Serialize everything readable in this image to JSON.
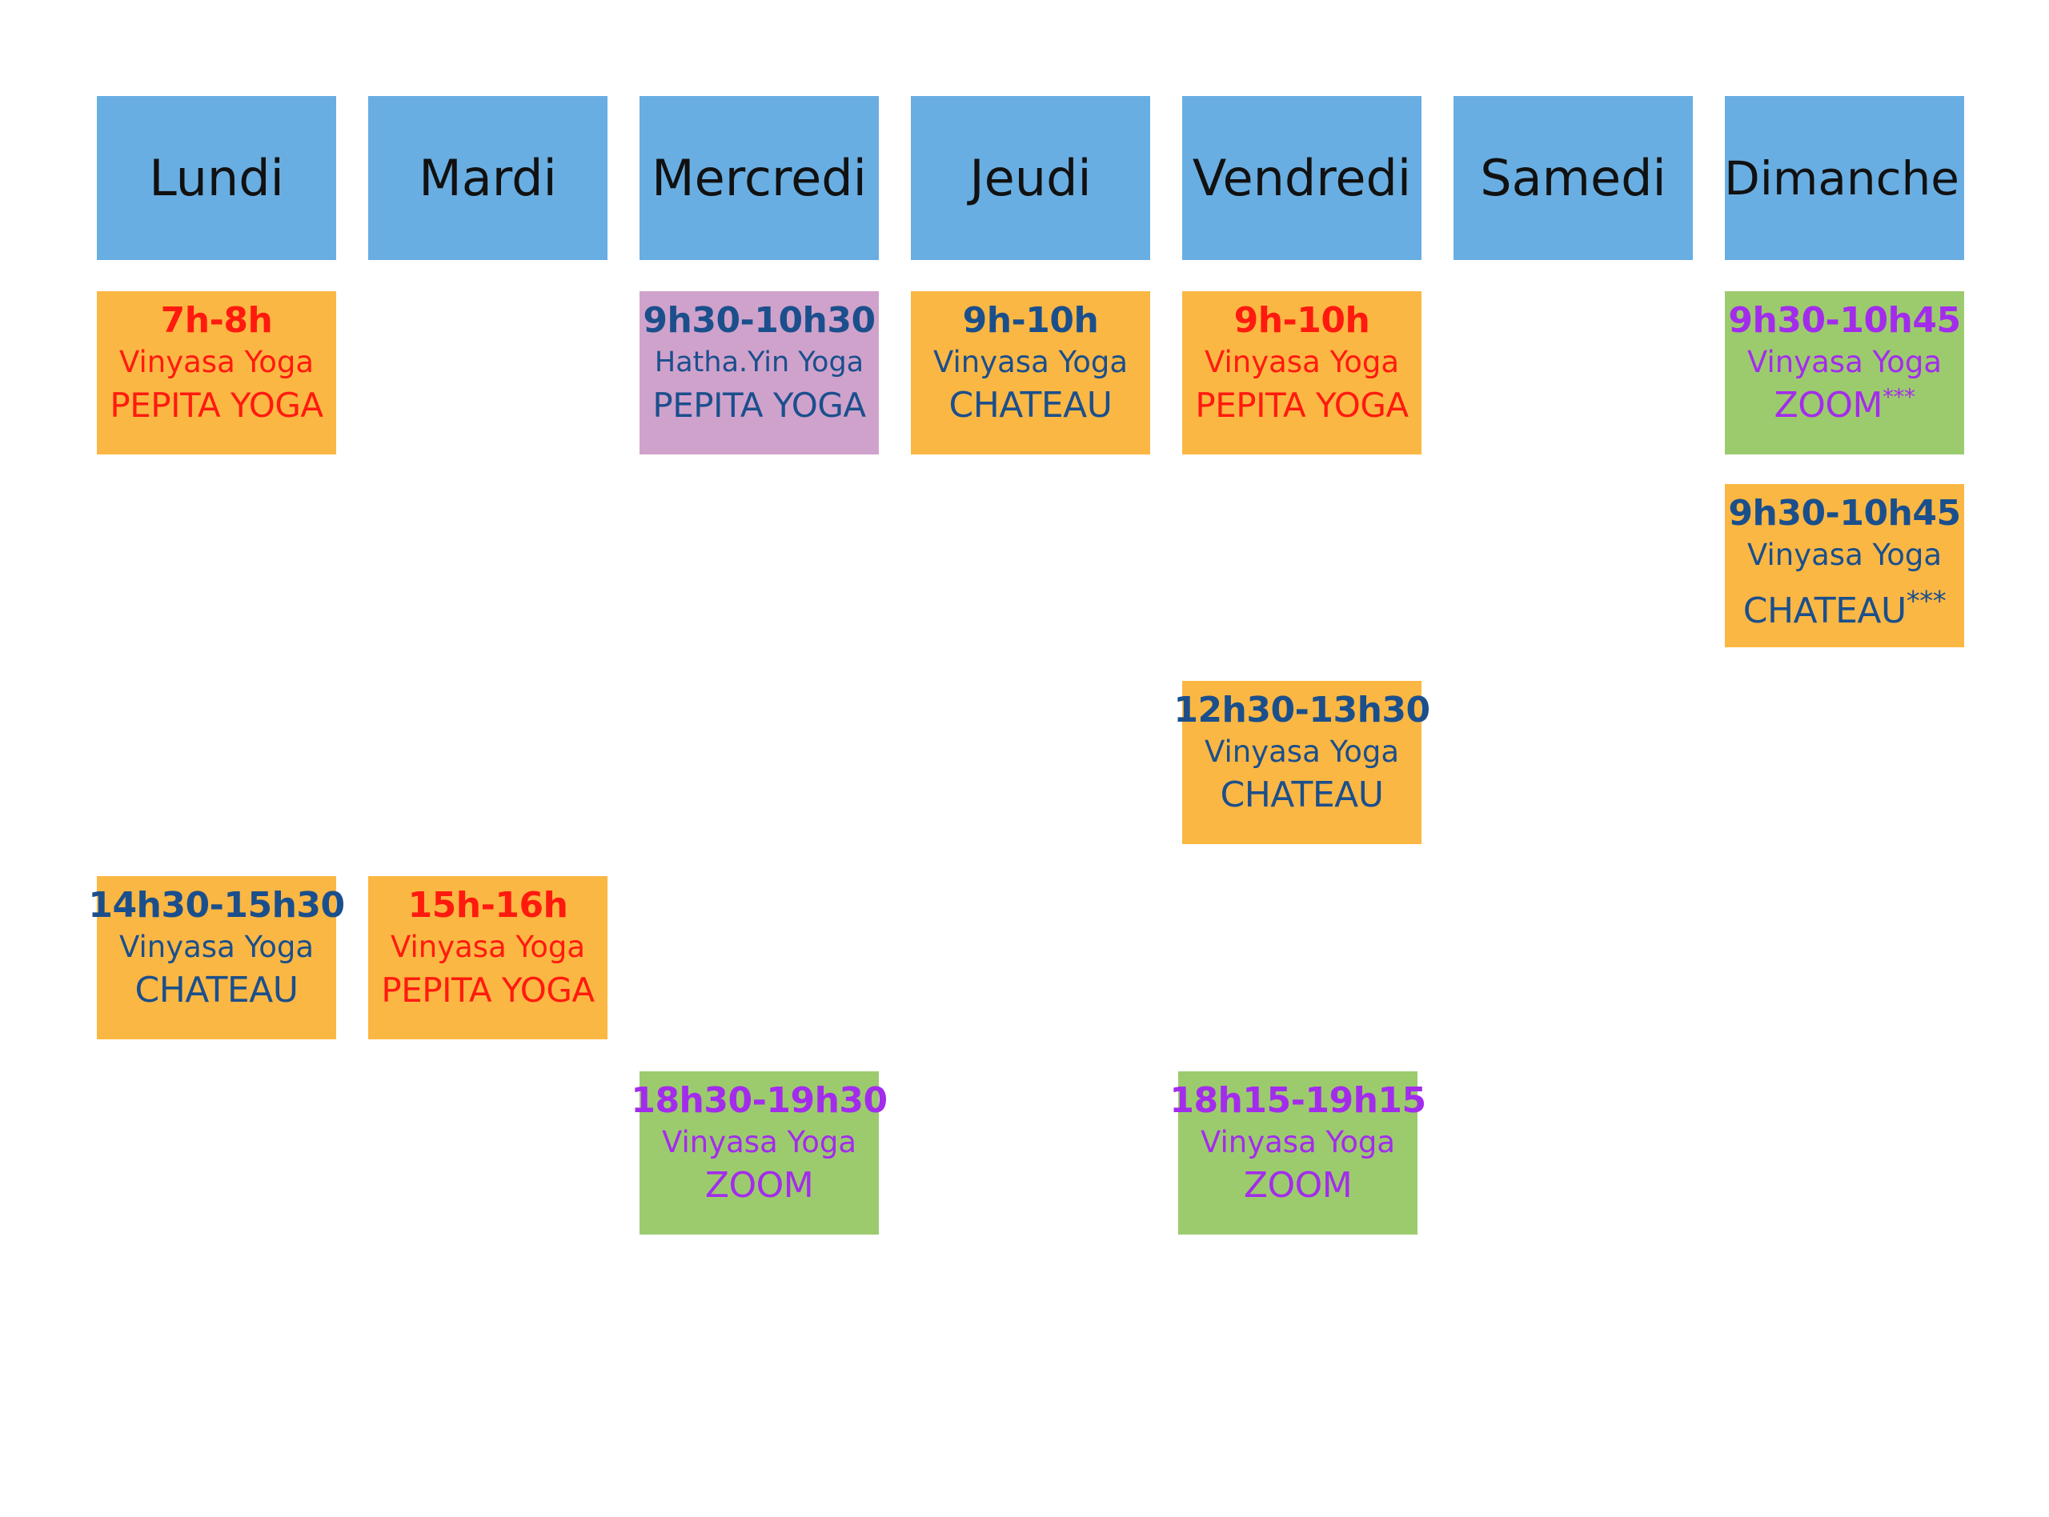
{
  "days": [
    "Lundi",
    "Mardi",
    "Mercredi",
    "Jeudi",
    "Vendredi",
    "Samedi",
    "Dimanche"
  ],
  "slots": [
    {
      "day": "Lundi",
      "time": "7h-8h",
      "class": "Vinyasa Yoga",
      "location": "PEPITA YOGA",
      "mark": "",
      "bg": "orange",
      "text": "red"
    },
    {
      "day": "Mercredi",
      "time": "9h30-10h30",
      "class": "Hatha.Yin Yoga",
      "location": "PEPITA YOGA",
      "mark": "",
      "bg": "purple",
      "text": "blue"
    },
    {
      "day": "Jeudi",
      "time": "9h-10h",
      "class": "Vinyasa Yoga",
      "location": "CHATEAU",
      "mark": "",
      "bg": "orange",
      "text": "blue"
    },
    {
      "day": "Vendredi",
      "time": "9h-10h",
      "class": "Vinyasa Yoga",
      "location": "PEPITA YOGA",
      "mark": "",
      "bg": "orange",
      "text": "red"
    },
    {
      "day": "Dimanche",
      "time": "9h30-10h45",
      "class": "Vinyasa Yoga",
      "location": "ZOOM",
      "mark": "***",
      "bg": "green",
      "text": "violet"
    },
    {
      "day": "Dimanche",
      "time": "9h30-10h45",
      "class": "Vinyasa Yoga",
      "location": "CHATEAU",
      "mark": "***",
      "bg": "orange",
      "text": "blue"
    },
    {
      "day": "Vendredi",
      "time": "12h30-13h30",
      "class": "Vinyasa Yoga",
      "location": "CHATEAU",
      "mark": "",
      "bg": "orange",
      "text": "blue"
    },
    {
      "day": "Lundi",
      "time": "14h30-15h30",
      "class": "Vinyasa Yoga",
      "location": "CHATEAU",
      "mark": "",
      "bg": "orange",
      "text": "blue"
    },
    {
      "day": "Mardi",
      "time": "15h-16h",
      "class": "Vinyasa Yoga",
      "location": "PEPITA YOGA",
      "mark": "",
      "bg": "orange",
      "text": "red"
    },
    {
      "day": "Mercredi",
      "time": "18h30-19h30",
      "class": "Vinyasa Yoga",
      "location": "ZOOM",
      "mark": "",
      "bg": "green",
      "text": "violet"
    },
    {
      "day": "Vendredi",
      "time": "18h15-19h15",
      "class": "Vinyasa Yoga",
      "location": "ZOOM",
      "mark": "",
      "bg": "green",
      "text": "violet"
    }
  ],
  "colors": {
    "header": "#69aee2",
    "orange": "#fbb743",
    "purple": "#cfa2cc",
    "green": "#9ccb6e",
    "red_text": "#ff1a0f",
    "blue_text": "#1b4f8c",
    "violet_text": "#a32cec"
  }
}
